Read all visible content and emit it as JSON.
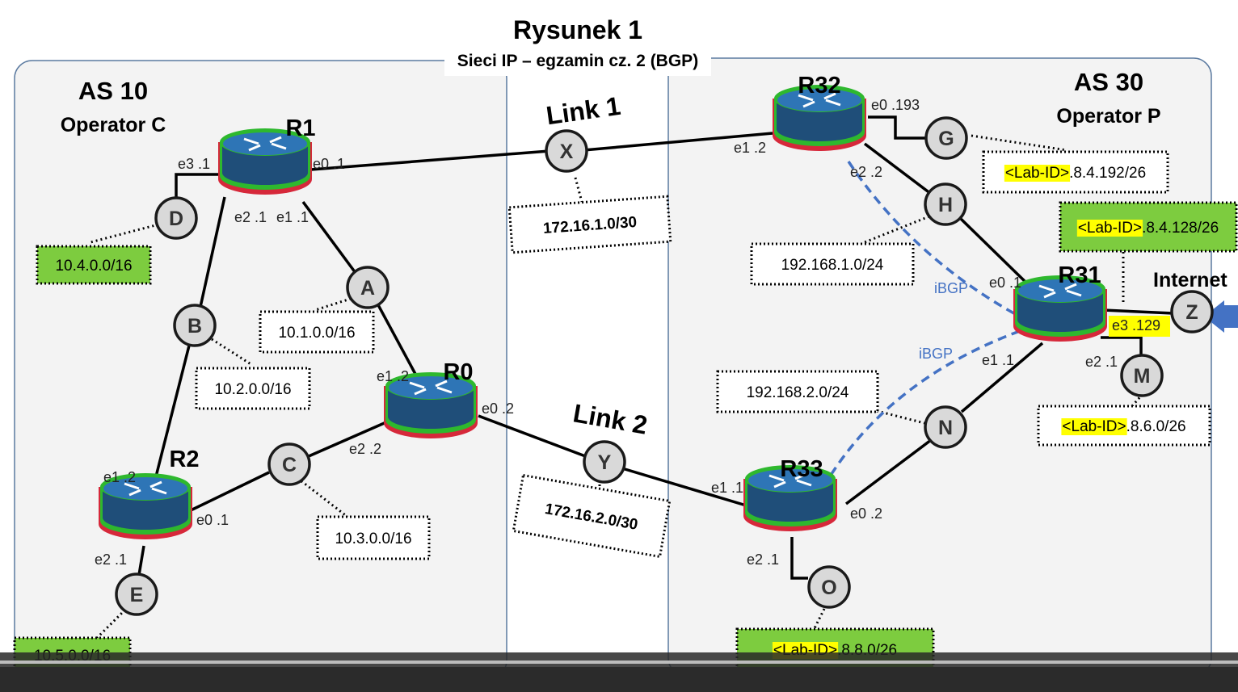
{
  "title": "Rysunek 1",
  "subtitle": "Sieci IP – egzamin cz. 2 (BGP)",
  "colors": {
    "as_box_fill": "#f3f3f3",
    "as_box_border": "#5b7aa0",
    "router_body": "#1f4e79",
    "router_top": "#2e75b6",
    "router_ring_green": "#2eb82e",
    "router_ring_red": "#d6283a",
    "node_fill": "#d9d9d9",
    "green_label": "#7dcc3f",
    "highlight": "#ffff00",
    "ibgp": "#4472c4",
    "arrow": "#4472c4"
  },
  "as_boxes": [
    {
      "id": "as10",
      "name": "AS 10",
      "operator": "Operator C"
    },
    {
      "id": "as30",
      "name": "AS 30",
      "operator": "Operator P"
    }
  ],
  "routers": [
    {
      "id": "R1",
      "label": "R1"
    },
    {
      "id": "R0",
      "label": "R0"
    },
    {
      "id": "R2",
      "label": "R2"
    },
    {
      "id": "R32",
      "label": "R32"
    },
    {
      "id": "R31",
      "label": "R31"
    },
    {
      "id": "R33",
      "label": "R33"
    }
  ],
  "nodes": [
    {
      "id": "D",
      "label": "D"
    },
    {
      "id": "A",
      "label": "A"
    },
    {
      "id": "B",
      "label": "B"
    },
    {
      "id": "C",
      "label": "C"
    },
    {
      "id": "E",
      "label": "E"
    },
    {
      "id": "X",
      "label": "X"
    },
    {
      "id": "Y",
      "label": "Y"
    },
    {
      "id": "G",
      "label": "G"
    },
    {
      "id": "H",
      "label": "H"
    },
    {
      "id": "N",
      "label": "N"
    },
    {
      "id": "M",
      "label": "M"
    },
    {
      "id": "O",
      "label": "O"
    },
    {
      "id": "Z",
      "label": "Z"
    }
  ],
  "link_labels": [
    {
      "id": "link1",
      "text": "Link 1"
    },
    {
      "id": "link2",
      "text": "Link 2"
    }
  ],
  "internet_label": "Internet",
  "ibgp_labels": [
    "iBGP",
    "iBGP"
  ],
  "interfaces": [
    "e3 .1",
    "e0 .1",
    "e2 .1",
    "e1 .1",
    "e1 .2",
    "e0 .2",
    "e2 .2",
    "e1 .2",
    "e0 .1",
    "e2 .1",
    "e0 .193",
    "e1 .2",
    "e2 .2",
    "e0 .1",
    "e1 .1",
    "e2 .1",
    "e3 .129",
    "e1 .1",
    "e0 .2",
    "e2 .1"
  ],
  "networks": [
    {
      "id": "net-d",
      "text": "10.4.0.0/16",
      "style": "green"
    },
    {
      "id": "net-a",
      "text": "10.1.0.0/16",
      "style": "plain"
    },
    {
      "id": "net-b",
      "text": "10.2.0.0/16",
      "style": "plain"
    },
    {
      "id": "net-c",
      "text": "10.3.0.0/16",
      "style": "plain"
    },
    {
      "id": "net-e",
      "text": "10.5.0.0/16",
      "style": "green"
    },
    {
      "id": "net-x",
      "text": "172.16.1.0/30",
      "style": "plain"
    },
    {
      "id": "net-y",
      "text": "172.16.2.0/30",
      "style": "plain"
    },
    {
      "id": "net-h",
      "text": "192.168.1.0/24",
      "style": "plain"
    },
    {
      "id": "net-n",
      "text": "192.168.2.0/24",
      "style": "plain"
    },
    {
      "id": "net-g",
      "prefix": "<Lab-ID>",
      "suffix": ".8.4.192/26",
      "style": "plain-hl"
    },
    {
      "id": "net-z",
      "prefix": "<Lab-ID>",
      "suffix": ".8.4.128/26",
      "style": "green-hl"
    },
    {
      "id": "net-m",
      "prefix": "<Lab-ID>",
      "suffix": ".8.6.0/26",
      "style": "plain-hl"
    },
    {
      "id": "net-o",
      "prefix": "<Lab-ID>",
      "suffix": ".8.8.0/26",
      "style": "green-hl"
    }
  ]
}
